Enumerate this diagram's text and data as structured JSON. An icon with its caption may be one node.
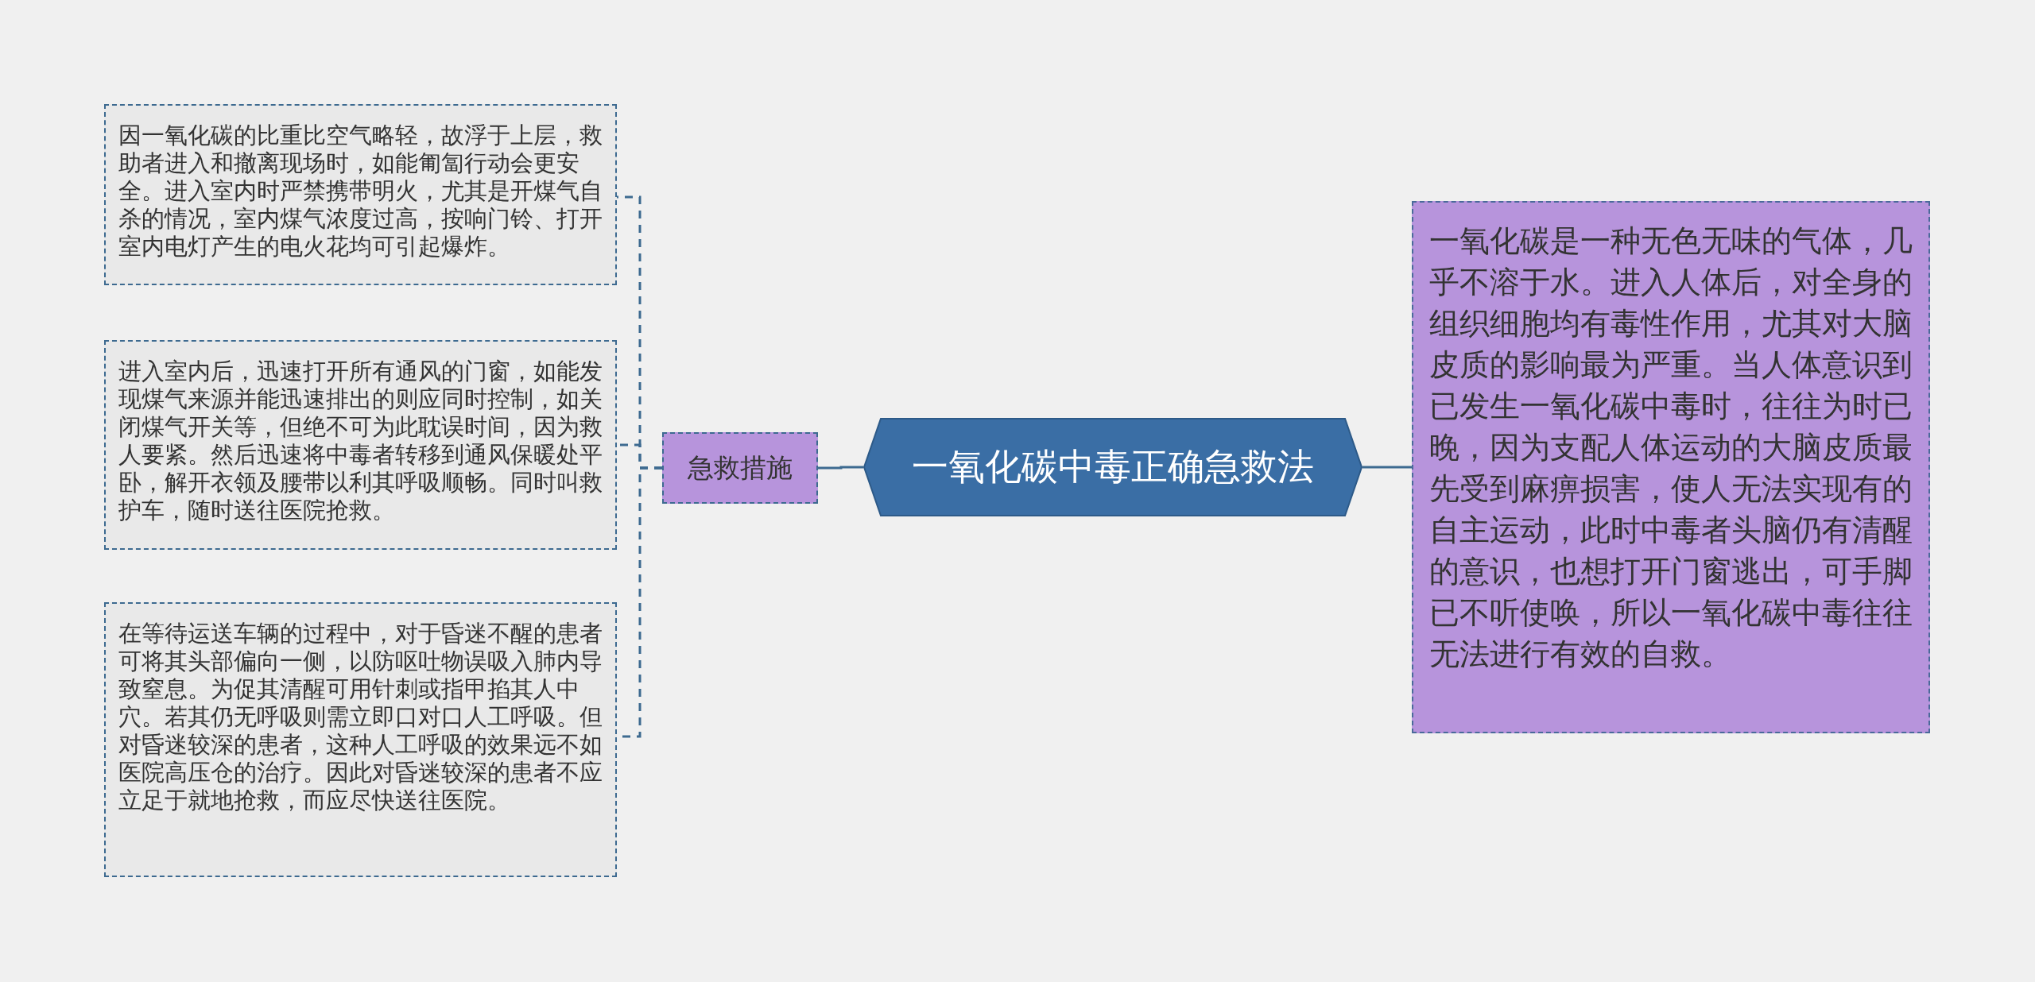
{
  "diagram": {
    "nodes": [
      {
        "text": [
          "一氧化碳中毒正确急救法"
        ]
      },
      {
        "text": [
          "急救措施"
        ]
      },
      {
        "text": [
          "因一氧化碳的比重比空气略轻，故浮于上层，救助者进入和撤离现场时，如能匍匐行动会更安全。进入室内时严禁携带明火，尤其是开煤气自杀的情况，室内煤气浓度过高，按响门铃、打开室内电灯产生的电火花均可引起爆炸。"
        ]
      },
      {
        "text": [
          "进入室内后，迅速打开所有通风的门窗，如能发现煤气来源并能迅速排出的则应同时控制，如关闭煤气开关等，但绝不可为此耽误时间，因为救人要紧。然后迅速将中毒者转移到通风保暖处平卧，解开衣领及腰带以利其呼吸顺畅。同时叫救护车，随时送往医院抢救。"
        ]
      },
      {
        "text": [
          "在等待运送车辆的过程中，对于昏迷不醒的患者可将其头部偏向一侧，以防呕吐物误吸入肺内导致窒息。为促其清醒可用针刺或指甲掐其人中穴。若其仍无呼吸则需立即口对口人工呼吸。但对昏迷较深的患者，这种人工呼吸的效果远不如医院高压仓的治疗。因此对昏迷较深的患者不应立足于就地抢救，而应尽快送往医院。"
        ]
      },
      {
        "text": [
          "一氧化碳是一种无色无味的气体，几乎不溶于水。进入人体后，对全身的组织细胞均有毒性作用，尤其对大脑皮质的影响最为严重。当人体意识到已发生一氧化碳中毒时，往往为时已晚，因为支配人体运动的大脑皮质最先受到麻痹损害，使人无法实现有的自主运动，此时中毒者头脑仍有清醒的意识，也想打开门窗逃出，可手脚已不听使唤，所以一氧化碳中毒往往无法进行有效的自救。"
        ]
      }
    ],
    "edges": [
      {
        "from": 0,
        "to": 1,
        "arrow": "none"
      },
      {
        "from": 1,
        "to": 2,
        "arrow": "none",
        "style": "dashed"
      },
      {
        "from": 1,
        "to": 3,
        "arrow": "none",
        "style": "dashed"
      },
      {
        "from": 1,
        "to": 4,
        "arrow": "none",
        "style": "dashed"
      },
      {
        "from": 0,
        "to": 5,
        "arrow": "none"
      }
    ]
  }
}
